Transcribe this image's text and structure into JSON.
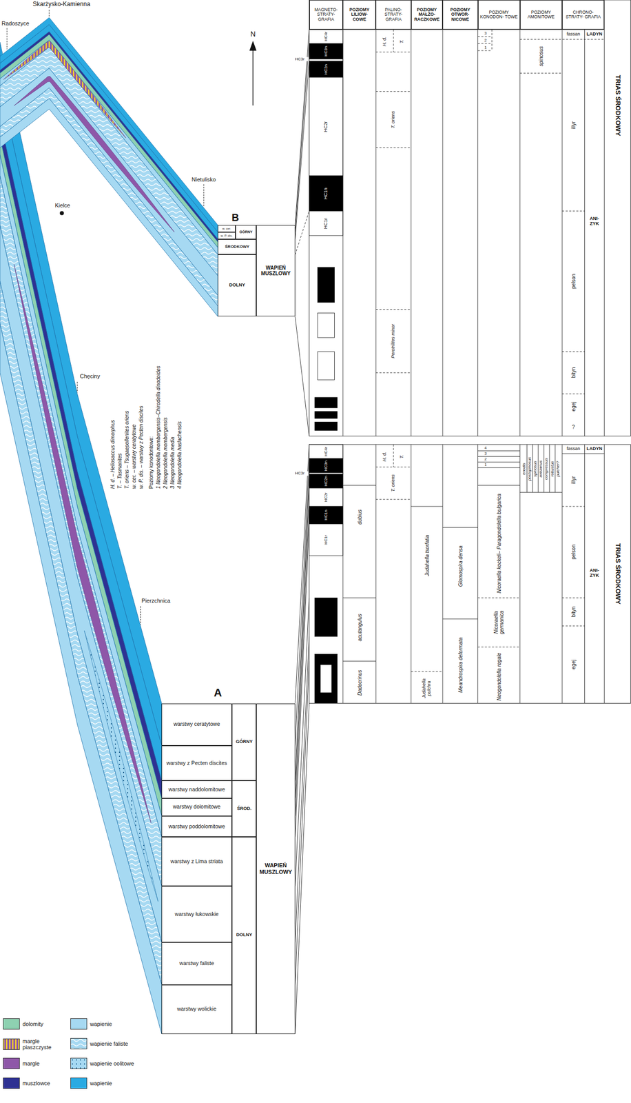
{
  "diagram": {
    "nodes": [
      {
        "text": [
          "MAGNETO- STRATY- GRAFIA"
        ]
      },
      {
        "text": [
          "POZIOMY LILIOW- COWE"
        ]
      },
      {
        "text": [
          "PALINO- STRATY- GRAFIA"
        ]
      },
      {
        "text": [
          "POZIOMY MAŁŻO- RACZKOWE"
        ]
      },
      {
        "text": [
          "POZIOMY OTWOR- NICOWE"
        ]
      },
      {
        "text": [
          "POZIOMY KONODON- TOWE"
        ]
      },
      {
        "text": [
          "POZIOMY AMONITOWE"
        ]
      },
      {
        "text": [
          "CHRONO- STRATY- GRAFIA"
        ]
      },
      {
        "text": [
          "WAPIEŃ MUSZLOWY"
        ]
      },
      {
        "text": [
          "GÓRNY"
        ]
      },
      {
        "text": [
          "w. cer."
        ]
      },
      {
        "text": [
          "w. P. dis."
        ]
      },
      {
        "text": [
          "ŚRODKOWY"
        ]
      },
      {
        "text": [
          "DOLNY"
        ]
      },
      {
        "text": [
          "WAPIEŃ MUSZLOWY"
        ]
      },
      {
        "text": [
          "GÓRNY"
        ]
      },
      {
        "text": [
          "ŚROD."
        ]
      },
      {
        "text": [
          "DOLNY"
        ]
      },
      {
        "text": [
          "warstwy ceratytowe"
        ]
      },
      {
        "text": [
          "warstwy z Pecten discites"
        ]
      },
      {
        "text": [
          "warstwy naddolomitowe"
        ]
      },
      {
        "text": [
          "warstwy dolomitowe"
        ]
      },
      {
        "text": [
          "warstwy poddolomitowe"
        ]
      },
      {
        "text": [
          "warstwy z Lima striata"
        ]
      },
      {
        "text": [
          "warstwy łukowskie"
        ]
      },
      {
        "text": [
          "warstwy faliste"
        ]
      },
      {
        "text": [
          "warstwy wolickie"
        ]
      }
    ],
    "labels": [
      "Skarżysko-Kamienna",
      "Radoszyce",
      "N",
      "Kielce",
      "Chęciny",
      "Nietulisko",
      "Pierzchnica",
      "B",
      "A",
      "H. d. – Heliosaccus dimorphus",
      "T. – Tasmanites",
      "T. oriens – Tsugaepollenites oriens",
      "w. cer. – warstwy ceratytowe",
      "w. P. dis. – warstwy z Pecten discites",
      "Poziomy konodontowe:",
      "1 Neogondolella mombergensis–Chirodella dinodoides",
      "2 Neogondolella mombergensis",
      "3 Neogondolella media",
      "4 Neogondolella haslachensis",
      "TRIAS ŚRODKOWY",
      "fassan",
      "LADYN",
      "illyr",
      "pelson",
      "bityn",
      "egej",
      "?",
      "ANI- ZYK",
      "spinosus",
      "3",
      "2",
      "1",
      "H. d.",
      "T.",
      "T. oriens",
      "Perotrilites minor",
      "HC4r",
      "HC3n",
      "HC2n",
      "HC2r",
      "HC1n",
      "HC1r",
      "HC3r",
      "TRIAS ŚRODKOWY",
      "fassan",
      "LADYN",
      "illyr",
      "pelson",
      "bityn",
      "egej",
      "ANI- ZYK",
      "enodis",
      "postspinosus",
      "spinosus",
      "avisianus",
      "compressus",
      "robustus",
      "pulcher?",
      "4",
      "3",
      "2",
      "1",
      "Nicoraella kockeli– Paragondolella bulgarica",
      "Nicoraella germanica",
      "Neogondolella regale",
      "Glomospira densa",
      "Meandrospira deformata",
      "Judahella tsorfatia",
      "Judahella pulchra",
      "H. d.",
      "T.",
      "T. oriens",
      "dubius",
      "acutangulus",
      "Dadocrinus",
      "HC4r",
      "HC3n",
      "HC2n",
      "HC2r",
      "HC1n",
      "HC1r",
      "HC3r"
    ],
    "legend": [
      {
        "text": "dolomity",
        "color": "#8ed1b1"
      },
      {
        "text": "margle piaszczyste"
      },
      {
        "text": "margle",
        "color": "#8e57a8"
      },
      {
        "text": "muszlowce",
        "color": "#2e3192"
      },
      {
        "text": "wapienie",
        "color": "#a6d9f2"
      },
      {
        "text": "wapienie faliste"
      },
      {
        "text": "wapienie oolitowe"
      },
      {
        "text": "wapienie",
        "color": "#2aaae2"
      }
    ]
  }
}
